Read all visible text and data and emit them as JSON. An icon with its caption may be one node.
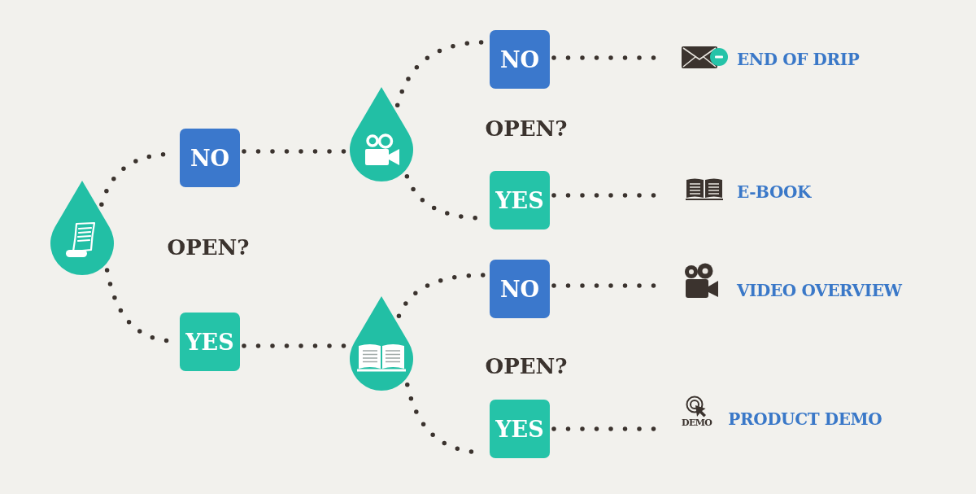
{
  "diagram": {
    "nodes": [
      {
        "text": [],
        "shape": "drop"
      },
      {
        "text": [
          "NO"
        ]
      },
      {
        "text": [
          "YES"
        ]
      },
      {
        "text": [],
        "shape": "drop"
      },
      {
        "text": [],
        "shape": "drop"
      },
      {
        "text": [
          "NO"
        ]
      },
      {
        "text": [
          "YES"
        ]
      },
      {
        "text": [
          "NO"
        ]
      },
      {
        "text": [
          "YES"
        ]
      },
      {
        "text": [
          "END OF DRIP"
        ]
      },
      {
        "text": [
          "E-BOOK"
        ]
      },
      {
        "text": [
          "VIDEO OVERVIEW"
        ]
      },
      {
        "text": [
          "DEMO",
          "PRODUCT DEMO"
        ]
      }
    ],
    "edges": [
      {
        "from": 0,
        "to": 1,
        "arrow": "none"
      },
      {
        "from": 0,
        "to": 2,
        "arrow": "none"
      },
      {
        "from": 1,
        "to": 3,
        "arrow": "none"
      },
      {
        "from": 2,
        "to": 4,
        "arrow": "none"
      },
      {
        "from": 3,
        "to": 5,
        "arrow": "none"
      },
      {
        "from": 3,
        "to": 6,
        "arrow": "none"
      },
      {
        "from": 4,
        "to": 7,
        "arrow": "none"
      },
      {
        "from": 4,
        "to": 8,
        "arrow": "none"
      },
      {
        "from": 5,
        "to": 9,
        "arrow": "none"
      },
      {
        "from": 6,
        "to": 10,
        "arrow": "none"
      },
      {
        "from": 7,
        "to": 11,
        "arrow": "none"
      },
      {
        "from": 8,
        "to": 12,
        "arrow": "none"
      }
    ],
    "labels": [
      "OPEN?",
      "OPEN?",
      "OPEN?"
    ]
  }
}
